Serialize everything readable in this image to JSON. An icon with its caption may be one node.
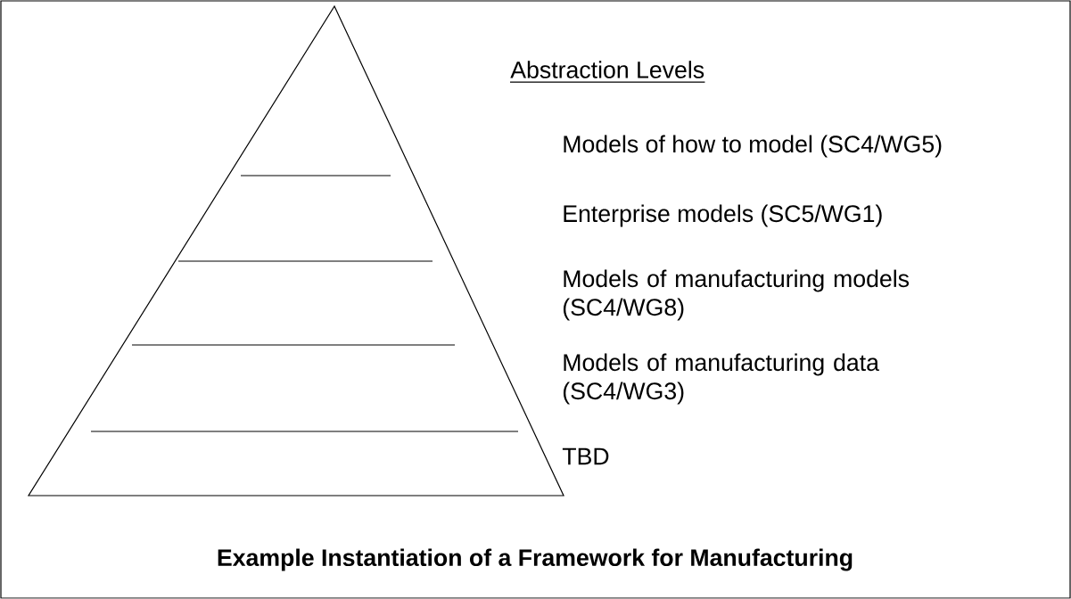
{
  "diagram": {
    "caption": "Example Instantiation of a Framework for Manufacturing",
    "labels": [
      "Abstraction Levels",
      "Models of how to model (SC4/WG5)",
      "Enterprise models (SC5/WG1)",
      "Models of manufacturing models (SC4/WG8)",
      "Models of manufacturing data (SC4/WG3)",
      "TBD"
    ]
  }
}
